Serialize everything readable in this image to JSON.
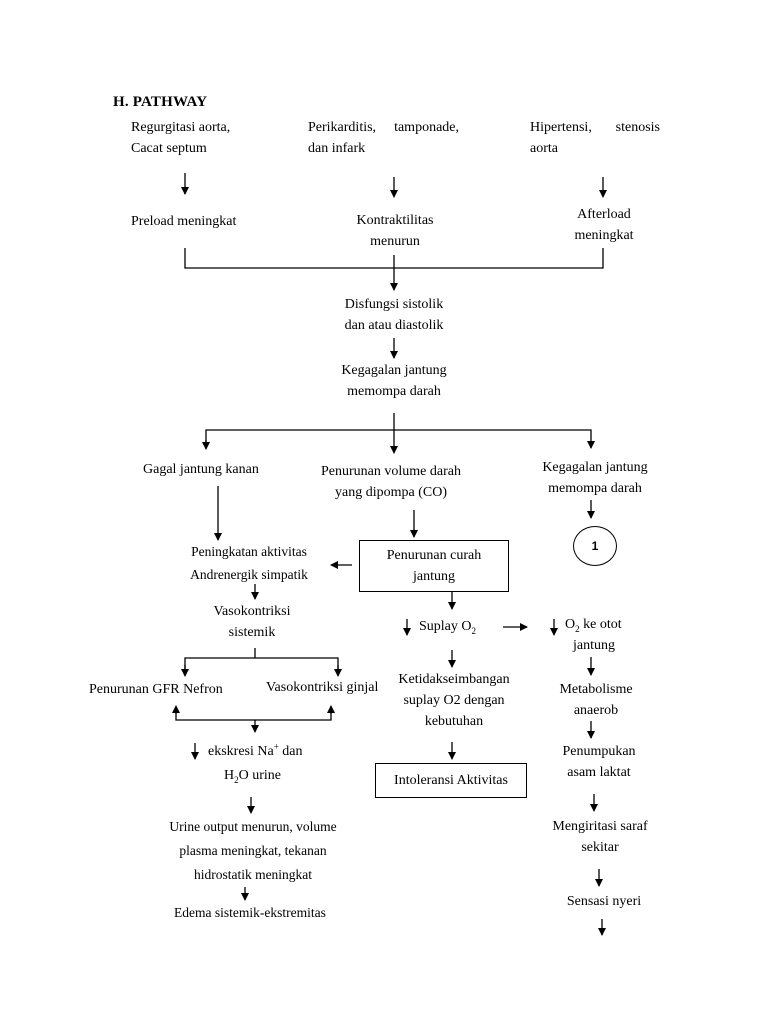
{
  "heading": "H.  PATHWAY",
  "nodes": {
    "regurgitasi_l1": "Regurgitasi aorta,",
    "regurgitasi_l2": "Cacat septum",
    "perikarditis_w1": "Perikarditis,",
    "perikarditis_w2": "tamponade,",
    "perikarditis_l2": "dan infark",
    "hipertensi_w1": "Hipertensi,",
    "hipertensi_w2": "stenosis",
    "hipertensi_l2": "aorta",
    "preload": "Preload meningkat",
    "kontraktilitas_l1": "Kontraktilitas",
    "kontraktilitas_l2": "menurun",
    "afterload_l1": "Afterload",
    "afterload_l2": "meningkat",
    "disfungsi_l1": "Disfungsi sistolik",
    "disfungsi_l2": "dan atau diastolik",
    "kegagalan_l1": "Kegagalan jantung",
    "kegagalan_l2": "memompa darah",
    "gagal_kanan": "Gagal jantung kanan",
    "penurunan_volume_l1": "Penurunan volume darah",
    "penurunan_volume_l2": "yang dipompa (CO)",
    "kegagalan_kiri_l1": "Kegagalan jantung",
    "kegagalan_kiri_l2": "memompa darah",
    "connector_label": "1",
    "peningkatan_l1": "Peningkatan aktivitas",
    "peningkatan_l2": "Andrenergik simpatik",
    "curah_l1": "Penurunan curah",
    "curah_l2": "jantung",
    "vasokonstriksi_l1": "Vasokontriksi",
    "vasokonstriksi_l2": "sistemik",
    "suplay_prefix": "Suplay O",
    "o2_sub": "2",
    "o2_ke_otot_prefix": "O",
    "o2_ke_otot_suffix": " ke otot",
    "o2_ke_otot_l2": "jantung",
    "penurunan_gfr": "Penurunan GFR Nefron",
    "vasokonstriksi_ginjal": "Vasokontriksi ginjal",
    "ketidakseimbangan_l1": "Ketidakseimbangan",
    "ketidakseimbangan_l2": "suplay O2 dengan",
    "ketidakseimbangan_l3": "kebutuhan",
    "metabolisme_l1": "Metabolisme",
    "metabolisme_l2": "anaerob",
    "ekskresi_prefix": "ekskresi Na",
    "ekskresi_sup": "+",
    "ekskresi_suffix": " dan",
    "h2o_prefix": "H",
    "h2o_sub": "2",
    "h2o_suffix": "O urine",
    "intoleransi": "Intoleransi Aktivitas",
    "penumpukan_l1": "Penumpukan",
    "penumpukan_l2": "asam laktat",
    "urine_l1": "Urine output menurun, volume",
    "urine_l2": "plasma meningkat, tekanan",
    "urine_l3": "hidrostatik meningkat",
    "mengiritasi_l1": "Mengiritasi saraf",
    "mengiritasi_l2": "sekitar",
    "edema": "Edema sistemik-ekstremitas",
    "sensasi": "Sensasi nyeri"
  }
}
